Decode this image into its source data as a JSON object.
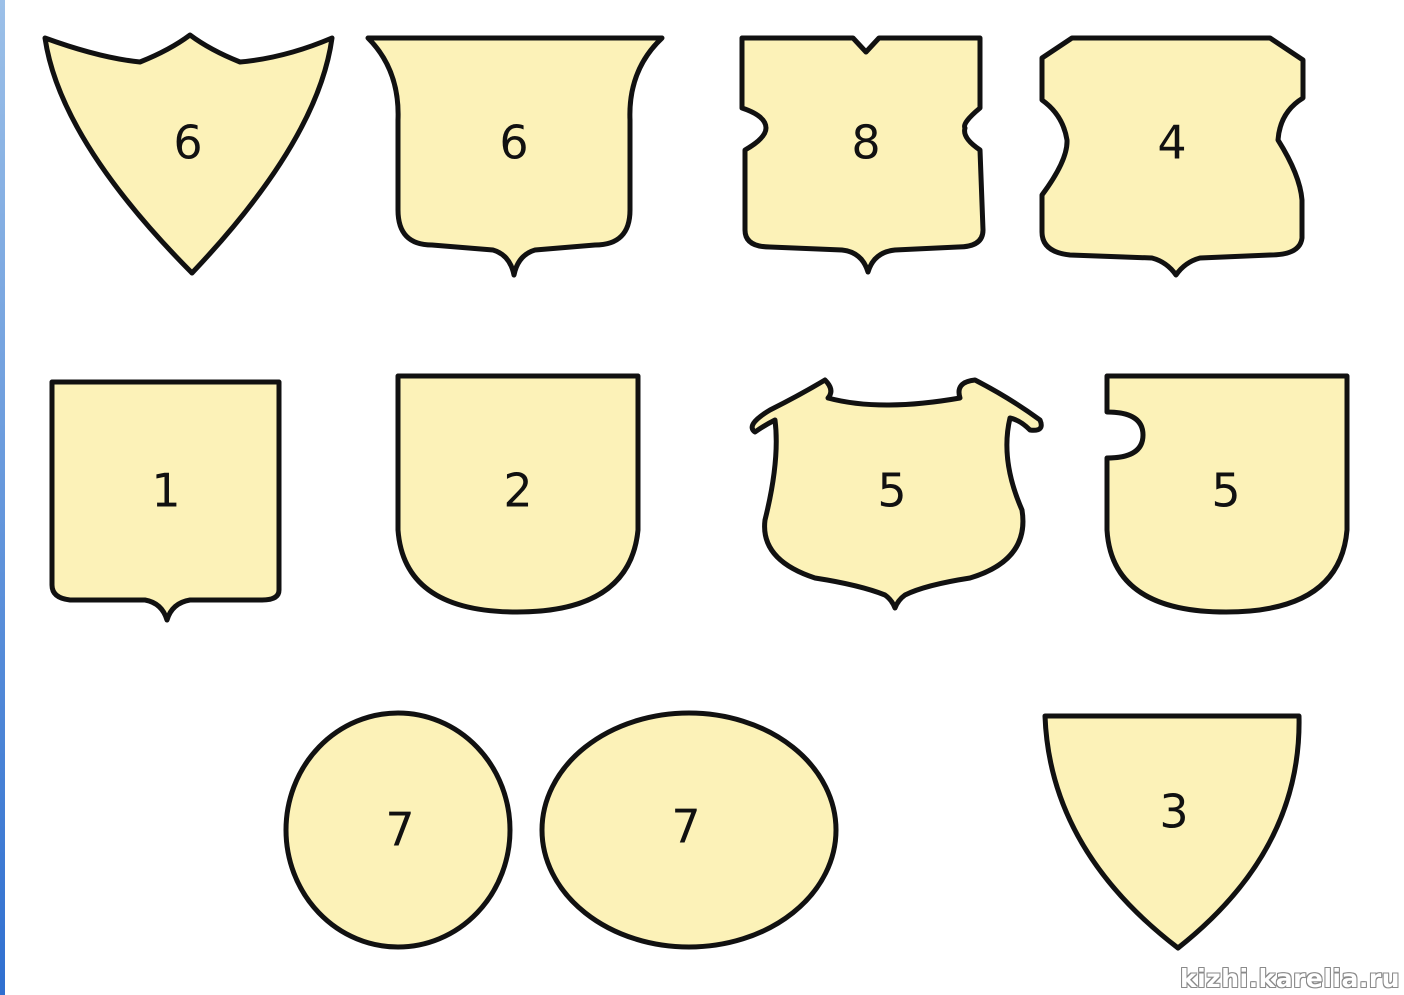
{
  "colors": {
    "fill": "#fcf2b8",
    "stroke": "#111111",
    "edge_accent": "#2f6fd0"
  },
  "shields": [
    {
      "label": "6"
    },
    {
      "label": "6"
    },
    {
      "label": "8"
    },
    {
      "label": "4"
    },
    {
      "label": "1"
    },
    {
      "label": "2"
    },
    {
      "label": "5"
    },
    {
      "label": "5"
    },
    {
      "label": "7"
    },
    {
      "label": "7"
    },
    {
      "label": "3"
    }
  ],
  "watermark": "kizhi.karelia.ru"
}
